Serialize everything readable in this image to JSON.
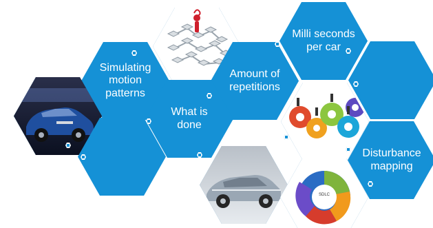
{
  "hexagons": {
    "simulating_motion_patterns": "Simulating motion patterns",
    "what_is_done": "What is done",
    "amount_of_repetitions": "Amount of repetitions",
    "milli_seconds_per_car": "Milli seconds per car",
    "disturbance_mapping": "Disturbance mapping"
  },
  "images": {
    "network_icon": "network-icon",
    "car_blue_icon": "car-blue-icon",
    "car_silver_icon": "car-silver-icon",
    "gears_icon": "gears-icon",
    "sdlc_icon": "sdlc-cycle-icon",
    "sdlc_label": "SDLC"
  },
  "colors": {
    "hex_blue": "#1591d6",
    "hex_white_text": "#ffffff"
  }
}
